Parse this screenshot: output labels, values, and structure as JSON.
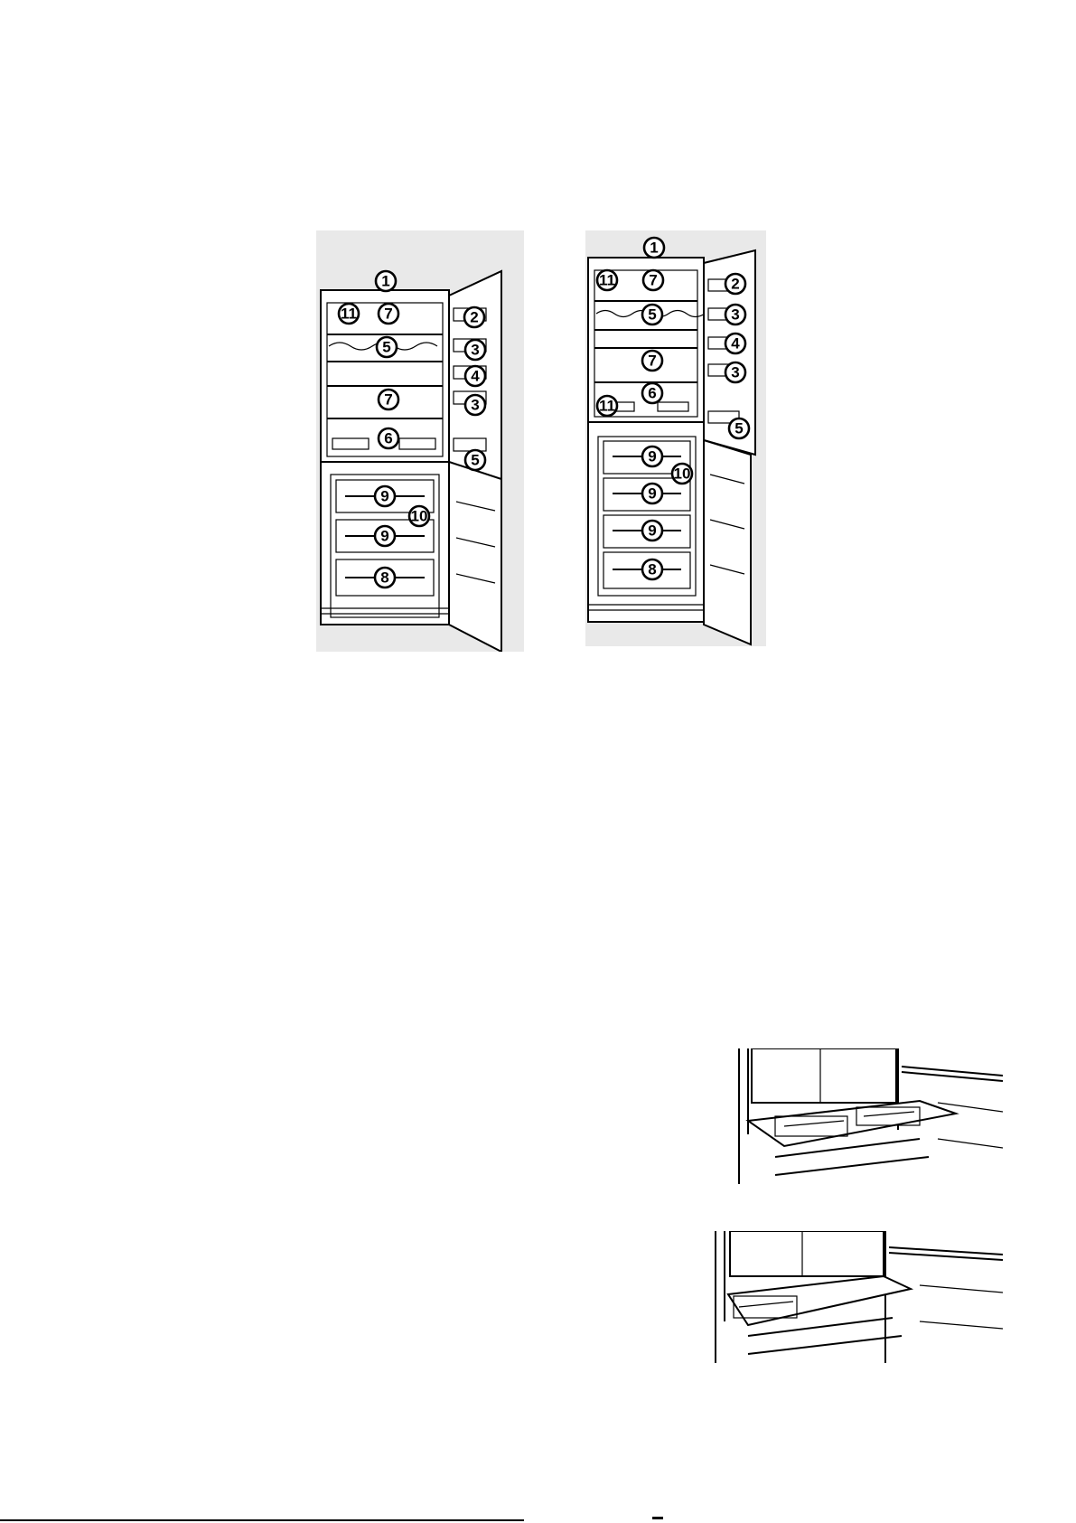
{
  "callouts": {
    "one": "1",
    "two": "2",
    "three": "3",
    "four": "4",
    "five": "5",
    "six": "6",
    "seven": "7",
    "eight": "8",
    "nine": "9",
    "ten": "10",
    "eleven": "11"
  }
}
